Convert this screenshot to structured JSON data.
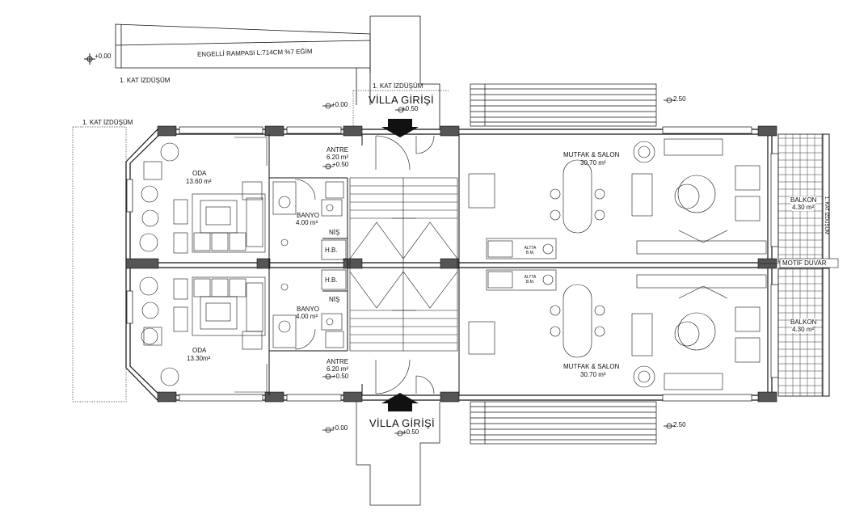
{
  "ramp": {
    "label": "ENGELLİ RAMPASI L:714CM %7 EĞİM",
    "level": "+0.00"
  },
  "projection": {
    "top_left": "1. KAT İZDÜŞÜM",
    "left": "1. KAT İZDÜŞÜM",
    "top_center": "1. KAT İZDÜŞÜM"
  },
  "entrance_top": {
    "title": "VİLLA GİRİŞİ",
    "level": "+0.50",
    "ground": "+0.00"
  },
  "entrance_bottom": {
    "title": "VİLLA GİRİŞİ",
    "level": "+0.50",
    "ground": "+0.00"
  },
  "stair_levels": {
    "top": "2.50",
    "bottom": "2.50"
  },
  "oda_top": {
    "name": "ODA",
    "area": "13.60 m²"
  },
  "oda_bottom": {
    "name": "ODA",
    "area": "13.30m²"
  },
  "antre_top": {
    "name": "ANTRE",
    "area": "6.20 m²",
    "level": "+0.50"
  },
  "antre_bottom": {
    "name": "ANTRE",
    "area": "6.20 m²",
    "level": "+0.50"
  },
  "banyo_top": {
    "name": "BANYO",
    "area": "4.00 m²"
  },
  "banyo_bottom": {
    "name": "BANYO",
    "area": "4.00 m²"
  },
  "nis_top": "NİŞ",
  "nis_bottom": "NİŞ",
  "hb_top": "H.B.",
  "hb_bottom": "H.B.",
  "mutfak_top": {
    "name": "MUTFAK & SALON",
    "area": "30.70 m²"
  },
  "mutfak_bottom": {
    "name": "MUTFAK & SALON",
    "area": "30.70 m²"
  },
  "balkon_top": {
    "name": "BALKON",
    "area": "4.30 m²"
  },
  "balkon_bottom": {
    "name": "BALKON",
    "area": "4.30 m²"
  },
  "motif": "MOTİF DUVAR",
  "kat_izdusum_right": "1. KAT İZDÜŞÜM",
  "appliance": "ALTTA B.M.",
  "colors": {
    "line": "#111111",
    "wall": "#555555",
    "hatch": "#666666"
  }
}
